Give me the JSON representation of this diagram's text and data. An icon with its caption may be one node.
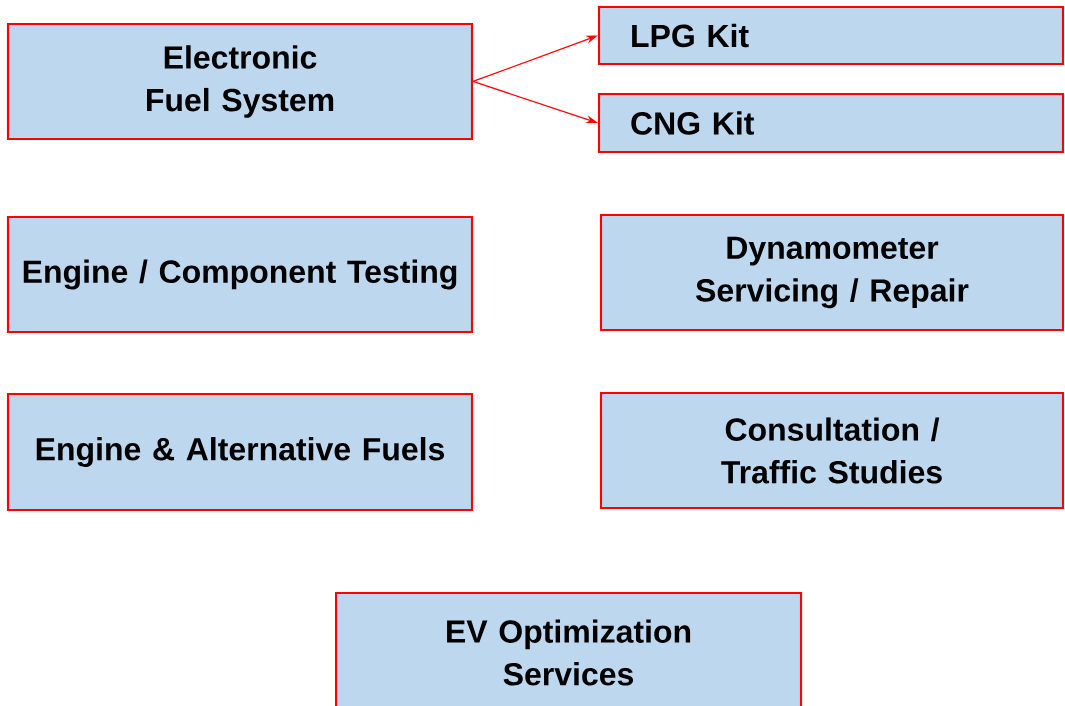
{
  "diagram": {
    "nodes": [
      {
        "text": [
          "Electronic Fuel System"
        ]
      },
      {
        "text": [
          "LPG Kit"
        ]
      },
      {
        "text": [
          "CNG Kit"
        ]
      },
      {
        "text": [
          "Engine / Component Testing"
        ]
      },
      {
        "text": [
          "Dynamometer Servicing / Repair"
        ]
      },
      {
        "text": [
          "Engine & Alternative Fuels"
        ]
      },
      {
        "text": [
          "Consultation / Traffic Studies"
        ]
      },
      {
        "text": [
          "EV Optimization Services"
        ]
      }
    ],
    "edges": [
      {
        "from": 0,
        "to": 1,
        "arrow": "to"
      },
      {
        "from": 0,
        "to": 2,
        "arrow": "to"
      }
    ]
  }
}
